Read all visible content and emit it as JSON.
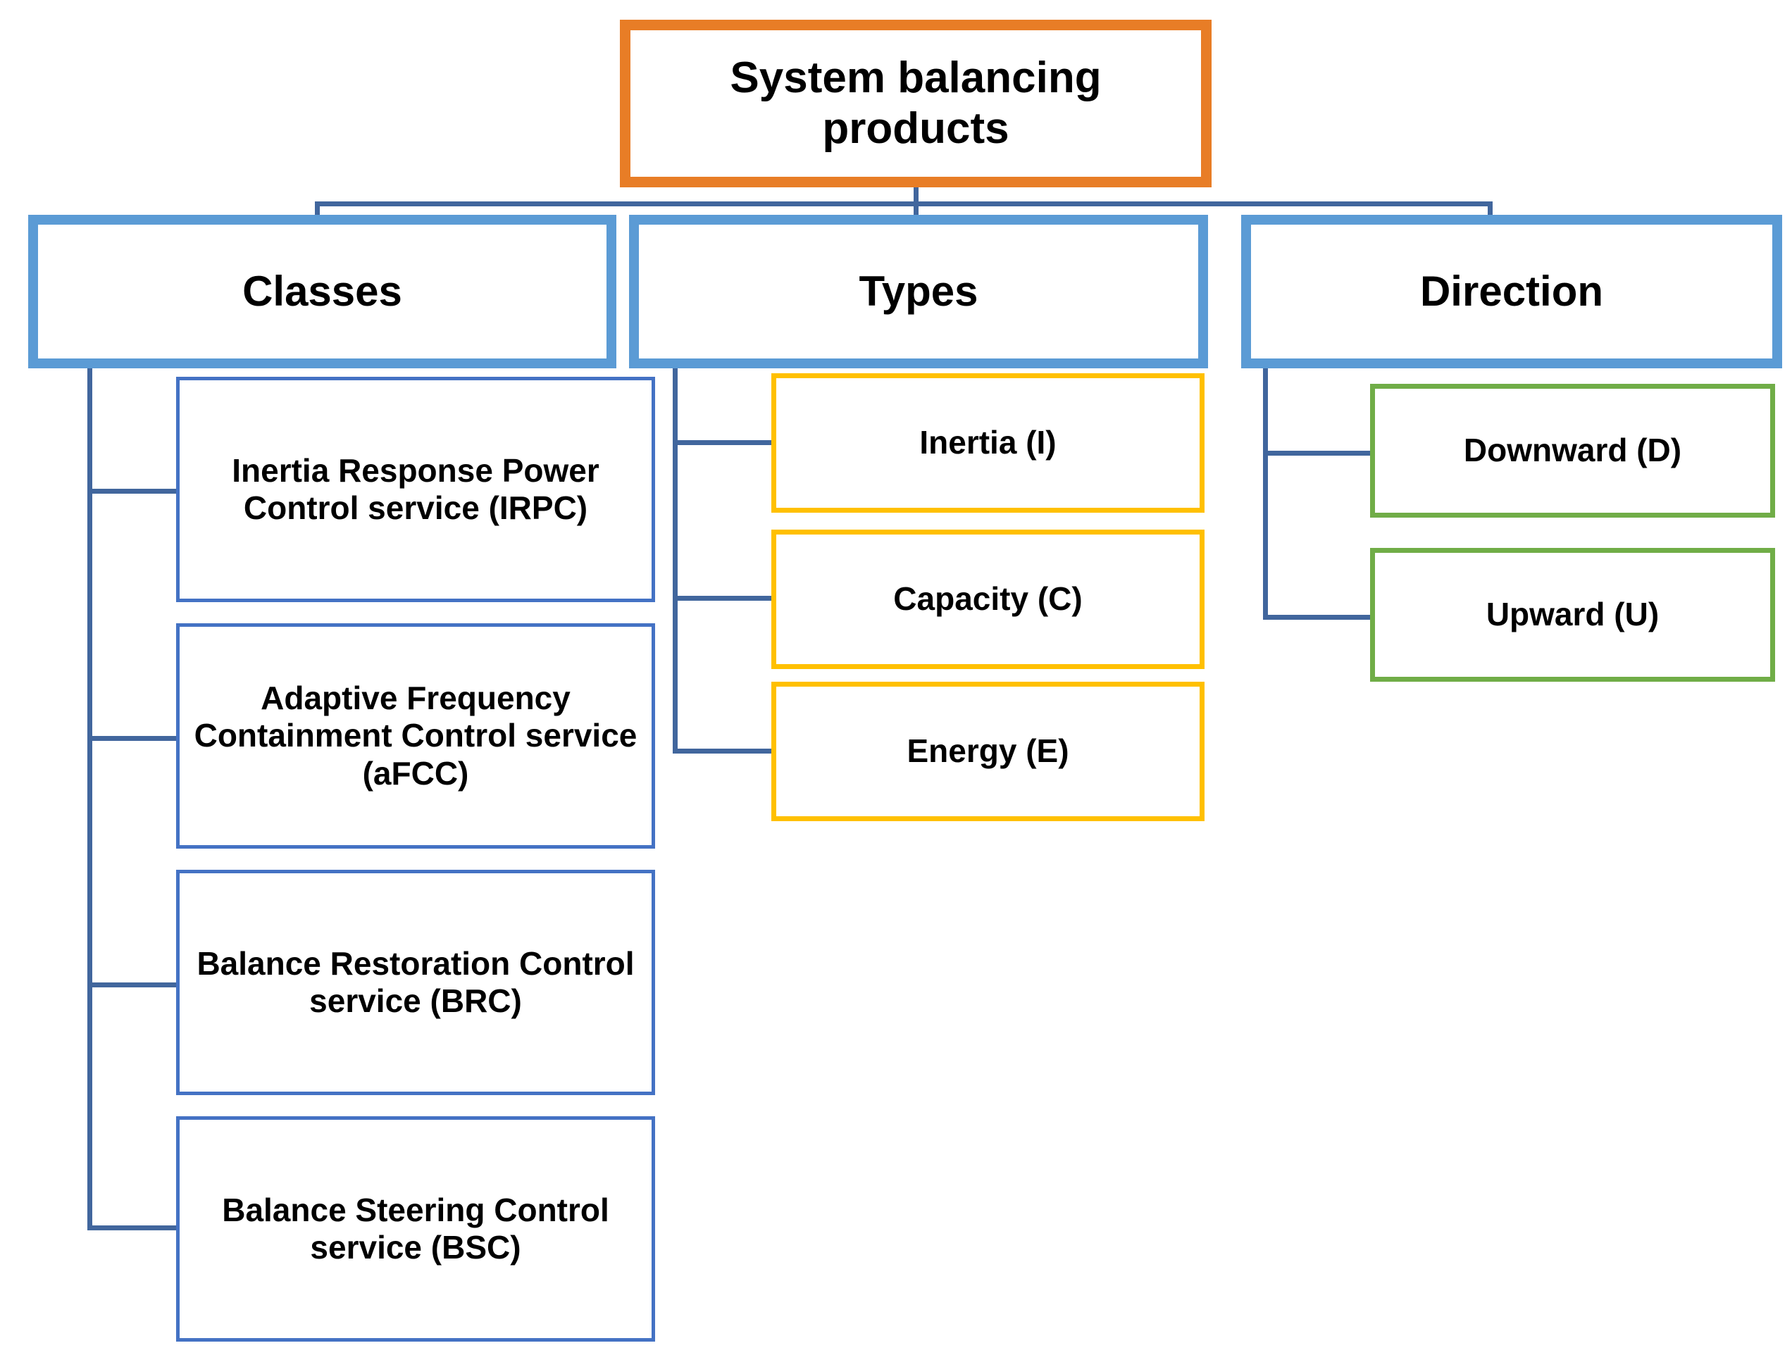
{
  "diagram": {
    "title": "System balancing products",
    "type": "hierarchy-tree",
    "colors": {
      "root_border": "#E87D26",
      "category_border": "#5B9BD5",
      "classes_leaf_border": "#4472C4",
      "types_leaf_border": "#FFC000",
      "direction_leaf_border": "#70AD47",
      "connector": "#41669D",
      "background": "#FFFFFF",
      "text": "#000000"
    }
  },
  "root": {
    "label": "System balancing products"
  },
  "categories": [
    {
      "id": "classes",
      "label": "Classes",
      "children": [
        {
          "label": "Inertia Response Power Control service (IRPC)"
        },
        {
          "label": "Adaptive Frequency Containment Control service (aFCC)"
        },
        {
          "label": "Balance Restoration Control service (BRC)"
        },
        {
          "label": "Balance Steering Control service (BSC)"
        }
      ]
    },
    {
      "id": "types",
      "label": "Types",
      "children": [
        {
          "label": "Inertia (I)"
        },
        {
          "label": "Capacity (C)"
        },
        {
          "label": "Energy (E)"
        }
      ]
    },
    {
      "id": "direction",
      "label": "Direction",
      "children": [
        {
          "label": "Downward (D)"
        },
        {
          "label": "Upward (U)"
        }
      ]
    }
  ]
}
